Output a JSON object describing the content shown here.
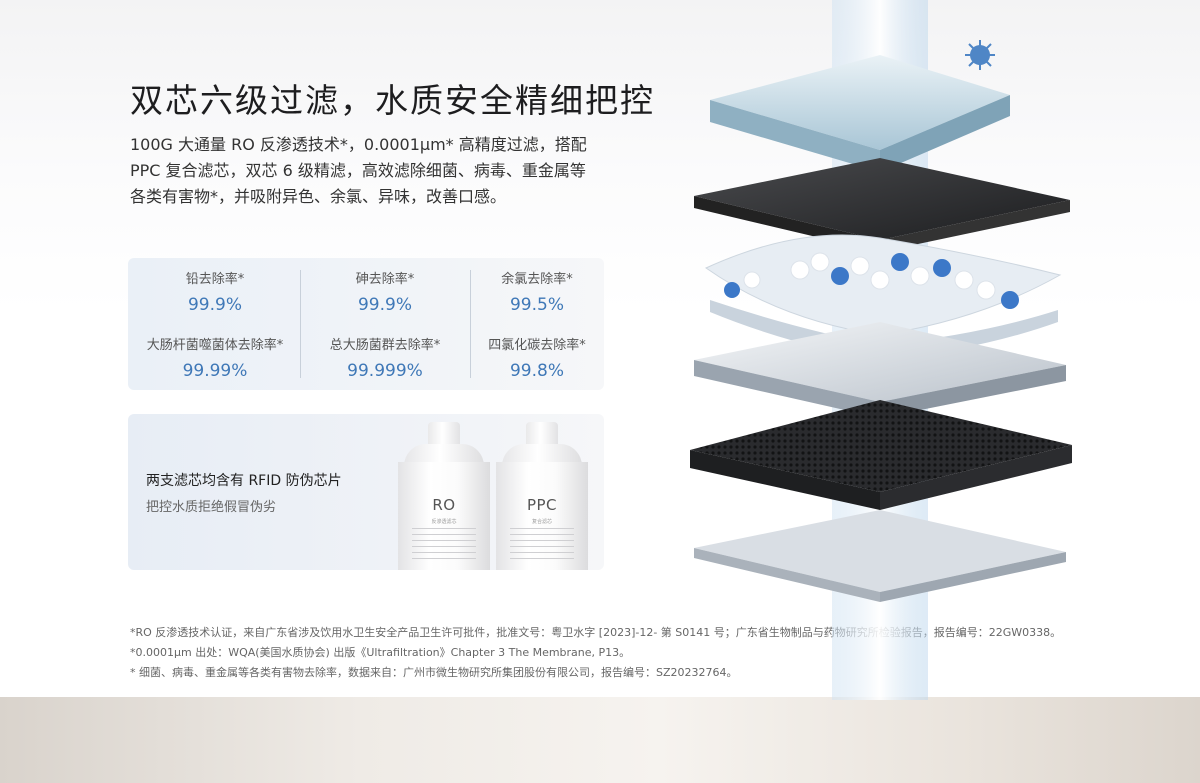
{
  "headline": "双芯六级过滤，水质安全精细把控",
  "description": [
    "100G 大通量 RO 反渗透技术*，0.0001μm* 高精度过滤，搭配",
    "PPC 复合滤芯，双芯 6 级精滤，高效滤除细菌、病毒、重金属等",
    "各类有害物*，并吸附异色、余氯、异味，改善口感。"
  ],
  "stats": [
    {
      "label": "铅去除率*",
      "value": "99.9%"
    },
    {
      "label": "砷去除率*",
      "value": "99.9%"
    },
    {
      "label": "余氯去除率*",
      "value": "99.5%"
    },
    {
      "label": "大肠杆菌噬菌体去除率*",
      "value": "99.99%"
    },
    {
      "label": "总大肠菌群去除率*",
      "value": "99.999%"
    },
    {
      "label": "四氯化碳去除率*",
      "value": "99.8%"
    }
  ],
  "rfid": {
    "title": "两支滤芯均含有 RFID 防伪芯片",
    "subtitle": "把控水质拒绝假冒伪劣"
  },
  "filters": [
    {
      "label": "RO",
      "sublabel": "反渗透滤芯"
    },
    {
      "label": "PPC",
      "sublabel": "复合滤芯"
    }
  ],
  "footnotes": [
    "*RO 反渗透技术认证，来自广东省涉及饮用水卫生安全产品卫生许可批件，批准文号：粤卫水字 [2023]-12- 第 S0141 号；广东省生物制品与药物研究所检验报告，报告编号：22GW0338。",
    "*0.0001μm 出处：WQA(美国水质协会) 出版《Ultrafiltration》Chapter 3 The Membrane, P13。",
    "* 细菌、病毒、重金属等各类有害物去除率，数据来自：广州市微生物研究所集团股份有限公司，报告编号：SZ20232764。"
  ],
  "colors": {
    "accent_value": "#3f78b7",
    "card_background": "#eef2f7",
    "headline": "#1d1d1f"
  }
}
